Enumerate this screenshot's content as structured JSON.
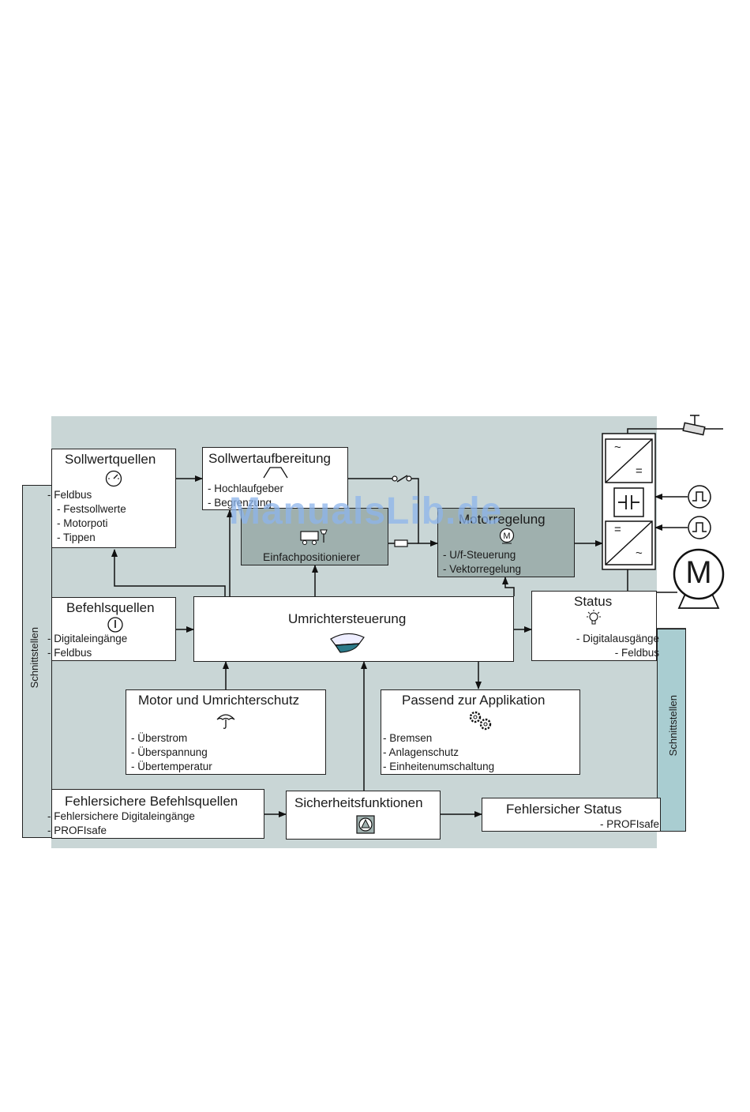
{
  "watermark": "ManualsLib.de",
  "iface_left": "Schnittstellen",
  "iface_right": "Schnittstellen",
  "sollwertquellen": {
    "title": "Sollwertquellen",
    "items": [
      "- Feldbus",
      "- Festsollwerte",
      "- Motorpoti",
      "- Tippen"
    ]
  },
  "sollwertaufbereitung": {
    "title": "Sollwertaufbereitung",
    "items": [
      "- Hochlaufgeber",
      "- Begrenzung"
    ]
  },
  "einfachpositionierer": {
    "title": "Einfachpositionierer"
  },
  "motorregelung": {
    "title": "Motorregelung",
    "items": [
      "- U/f-Steuerung",
      "- Vektorregelung"
    ]
  },
  "befehlsquellen": {
    "title": "Befehlsquellen",
    "items": [
      "- Digitaleingänge",
      "- Feldbus"
    ]
  },
  "umrichtersteuerung": {
    "title": "Umrichtersteuerung"
  },
  "status": {
    "title": "Status",
    "items": [
      "- Digitalausgänge",
      "- Feldbus"
    ]
  },
  "motorschutz": {
    "title": "Motor und Umrichterschutz",
    "items": [
      "- Überstrom",
      "- Überspannung",
      "- Übertemperatur"
    ]
  },
  "applikation": {
    "title": "Passend zur Applikation",
    "items": [
      "- Bremsen",
      "- Anlagenschutz",
      "- Einheitenumschaltung"
    ]
  },
  "fs_befehlsquellen": {
    "title": "Fehlersichere Befehlsquellen",
    "items": [
      "- Fehlersichere Digitaleingänge",
      "- PROFIsafe"
    ]
  },
  "sicherheit": {
    "title": "Sicherheitsfunktionen"
  },
  "fs_status": {
    "title": "Fehlersicher Status",
    "items": [
      "- PROFIsafe"
    ]
  },
  "motor_label": "M",
  "inverter": {
    "top_tilde": "~",
    "top_eq": "=",
    "bot_eq": "=",
    "bot_tilde": "~"
  },
  "colors": {
    "panel": "#c9d6d6",
    "dark_box": "#9fb0ae",
    "iface_right": "#a9cdd1",
    "iface_left": "#c9d6d6"
  }
}
